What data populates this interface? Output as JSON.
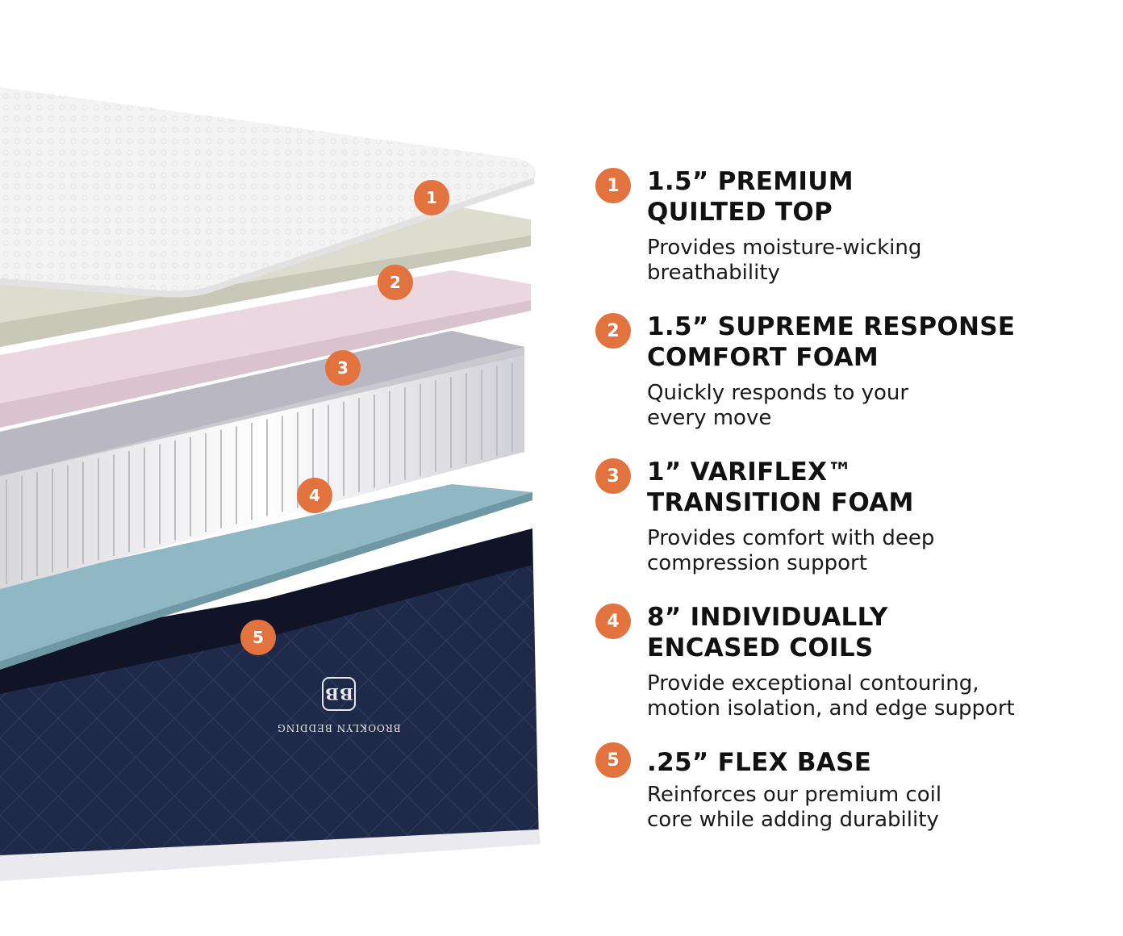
{
  "colors": {
    "accent": "#e2733e",
    "base_navy": "#1e2a47",
    "top_white": "#f4f4f4",
    "layer2_sage": "#dcdccf",
    "layer3_pink": "#ead7df",
    "flex_blue": "#8fb8c4"
  },
  "brand": {
    "logo_text": "BROOKLYN BEDDING",
    "monogram": "BB"
  },
  "layers": [
    {
      "number": "1",
      "title_lines": [
        "1.5” PREMIUM",
        "QUILTED TOP"
      ],
      "desc_lines": [
        "Provides moisture-wicking",
        "breathability"
      ]
    },
    {
      "number": "2",
      "title_lines": [
        "1.5” SUPREME RESPONSE",
        "COMFORT FOAM"
      ],
      "desc_lines": [
        "Quickly responds to your",
        "every move"
      ]
    },
    {
      "number": "3",
      "title_lines": [
        "1” VARIFLEX™",
        "TRANSITION FOAM"
      ],
      "desc_lines": [
        "Provides comfort with deep",
        "compression support"
      ]
    },
    {
      "number": "4",
      "title_lines": [
        "8” INDIVIDUALLY",
        "ENCASED COILS"
      ],
      "desc_lines": [
        "Provide exceptional contouring,",
        "motion isolation, and edge support"
      ]
    },
    {
      "number": "5",
      "title_lines": [
        ".25” FLEX BASE"
      ],
      "desc_lines": [
        "Reinforces our premium coil",
        "core while adding durability"
      ]
    }
  ]
}
